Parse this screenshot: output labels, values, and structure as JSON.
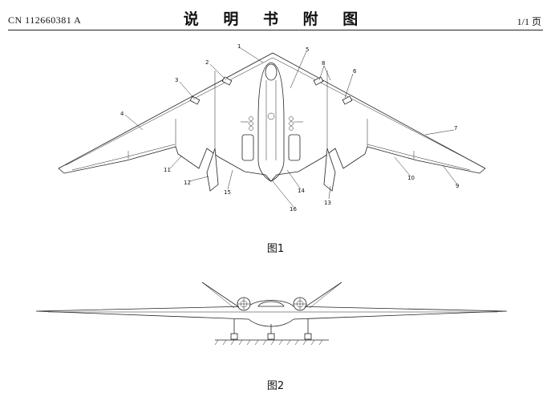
{
  "header": {
    "doc_number": "CN 112660381 A",
    "title": "说 明 书 附 图",
    "page": "1/1 页"
  },
  "figures": [
    {
      "caption": "图1",
      "labels": [
        "1",
        "2",
        "3",
        "4",
        "5",
        "6",
        "7",
        "8",
        "9",
        "10",
        "11",
        "12",
        "13",
        "14",
        "15",
        "16"
      ]
    },
    {
      "caption": "图2"
    }
  ]
}
